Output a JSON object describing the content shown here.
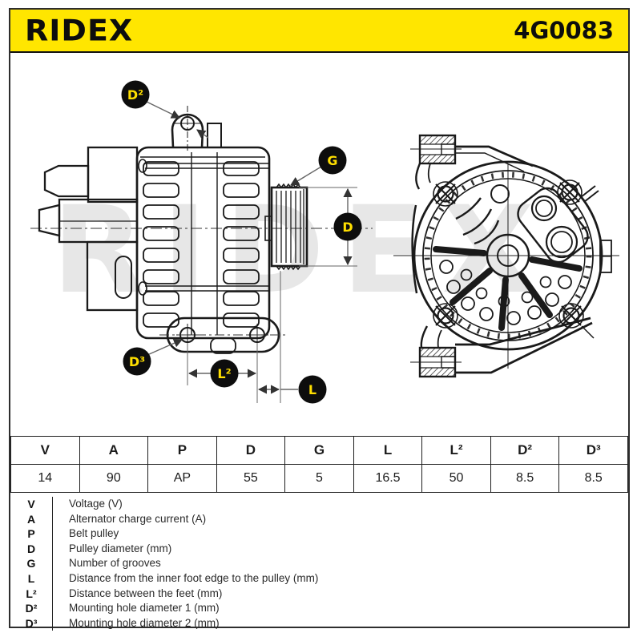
{
  "header": {
    "brand": "RIDEX",
    "part_number": "4G0083",
    "background_color": "#ffe600",
    "text_color": "#0d0d0d"
  },
  "diagram": {
    "watermark": "RIDEX",
    "views": [
      "alternator-side-view",
      "alternator-front-view"
    ],
    "callout_style": {
      "circle_color": "#0d0d0d",
      "text_color": "#ffdf00"
    },
    "callouts": {
      "d2": "D²",
      "g": "G",
      "d": "D",
      "d3": "D³",
      "l2": "L²",
      "l": "L"
    }
  },
  "spec_table": {
    "columns": [
      "V",
      "A",
      "P",
      "D",
      "G",
      "L",
      "L²",
      "D²",
      "D³"
    ],
    "values": [
      "14",
      "90",
      "AP",
      "55",
      "5",
      "16.5",
      "50",
      "8.5",
      "8.5"
    ]
  },
  "legend": {
    "rows": [
      {
        "symbol": "V",
        "description": "Voltage (V)"
      },
      {
        "symbol": "A",
        "description": "Alternator charge current (A)"
      },
      {
        "symbol": "P",
        "description": "Belt pulley"
      },
      {
        "symbol": "D",
        "description": "Pulley diameter (mm)"
      },
      {
        "symbol": "G",
        "description": "Number of grooves"
      },
      {
        "symbol": "L",
        "description": "Distance from the inner foot edge to the pulley (mm)"
      },
      {
        "symbol": "L²",
        "description": "Distance between the feet (mm)"
      },
      {
        "symbol": "D²",
        "description": "Mounting hole diameter 1 (mm)"
      },
      {
        "symbol": "D³",
        "description": "Mounting hole diameter 2 (mm)"
      }
    ]
  }
}
